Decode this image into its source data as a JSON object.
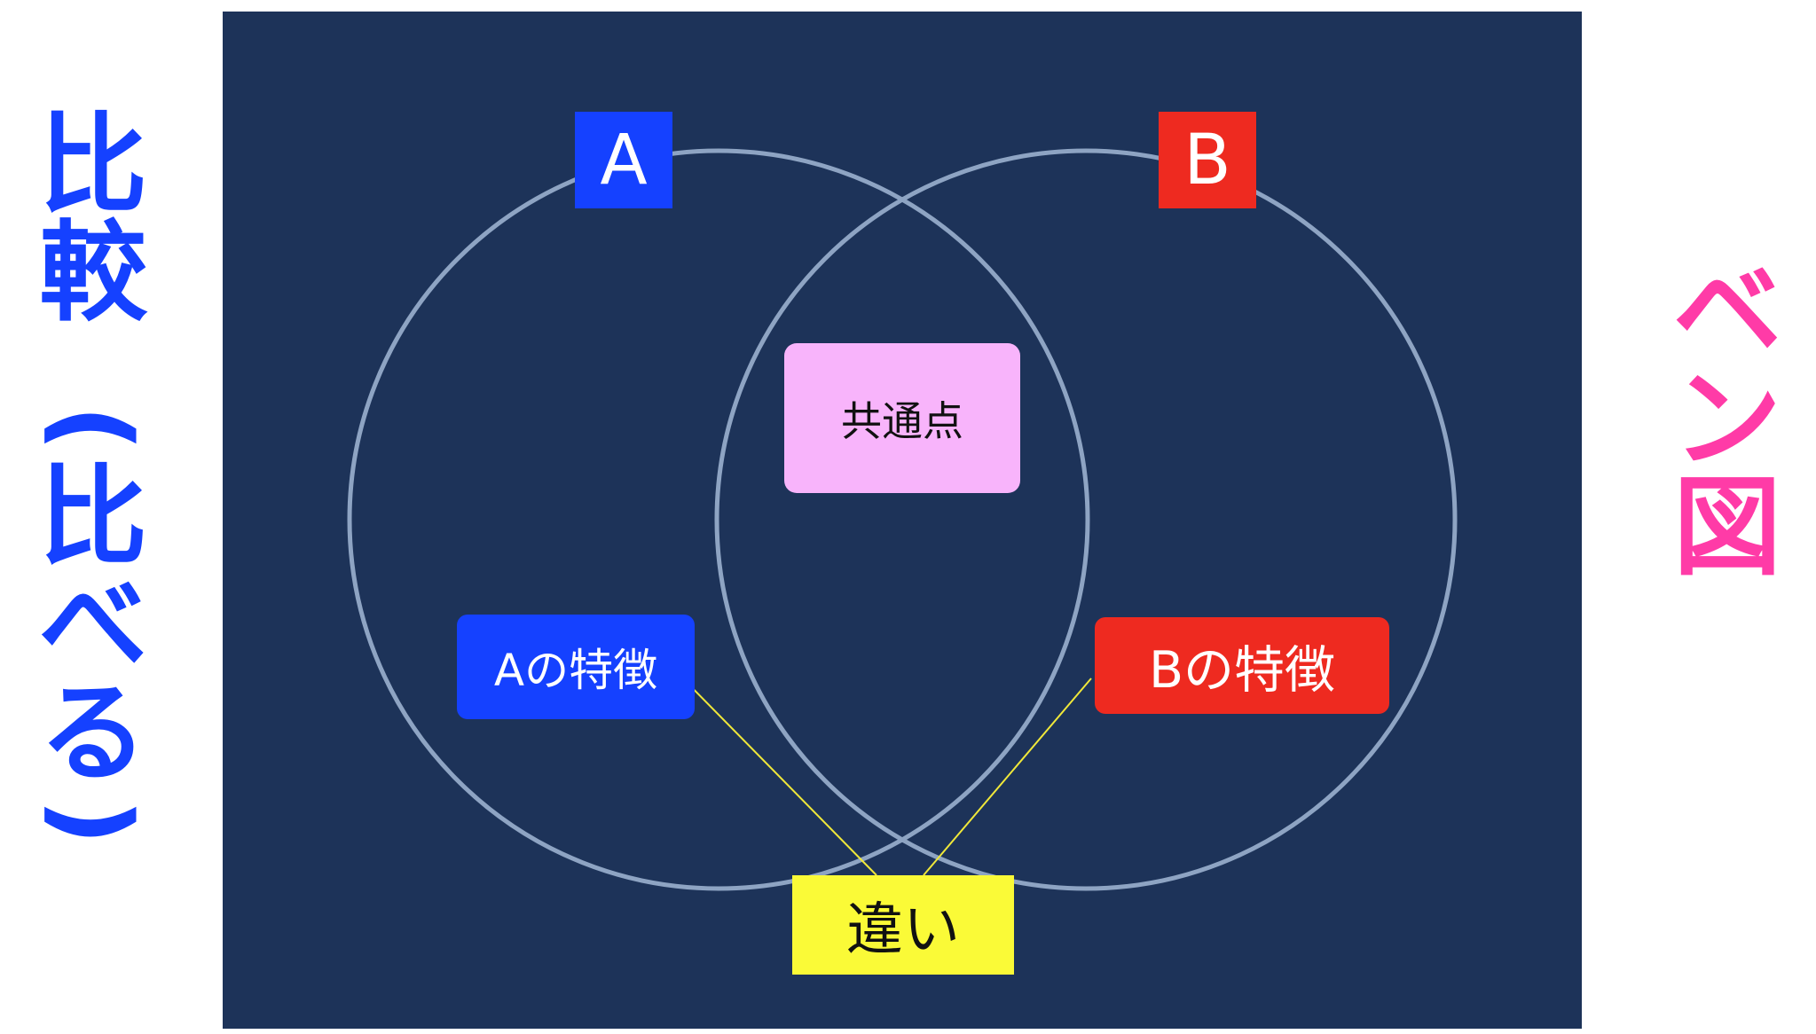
{
  "left_title": {
    "chars": [
      "比",
      "較"
    ],
    "open_paren": "(",
    "paren_chars": [
      "比",
      "べ",
      "る"
    ],
    "close_paren": ")",
    "color": "#1541ff"
  },
  "right_title": {
    "chars": [
      "ベ",
      "ン",
      "図"
    ],
    "color": "#ff3ba7"
  },
  "diagram": {
    "background": "#1d3359",
    "circle_stroke": "#8ea4c3",
    "set_a": {
      "label": "A",
      "color": "#1541ff"
    },
    "set_b": {
      "label": "B",
      "color": "#ee2a20"
    },
    "common": {
      "label": "共通点",
      "color": "#f8b4fb"
    },
    "feature_a": {
      "label": "Aの特徴",
      "color": "#1541ff"
    },
    "feature_b": {
      "label": "Bの特徴",
      "color": "#ee2a20"
    },
    "difference": {
      "label": "違い",
      "color": "#fafa37"
    },
    "connector_color": "#f0e83a"
  }
}
